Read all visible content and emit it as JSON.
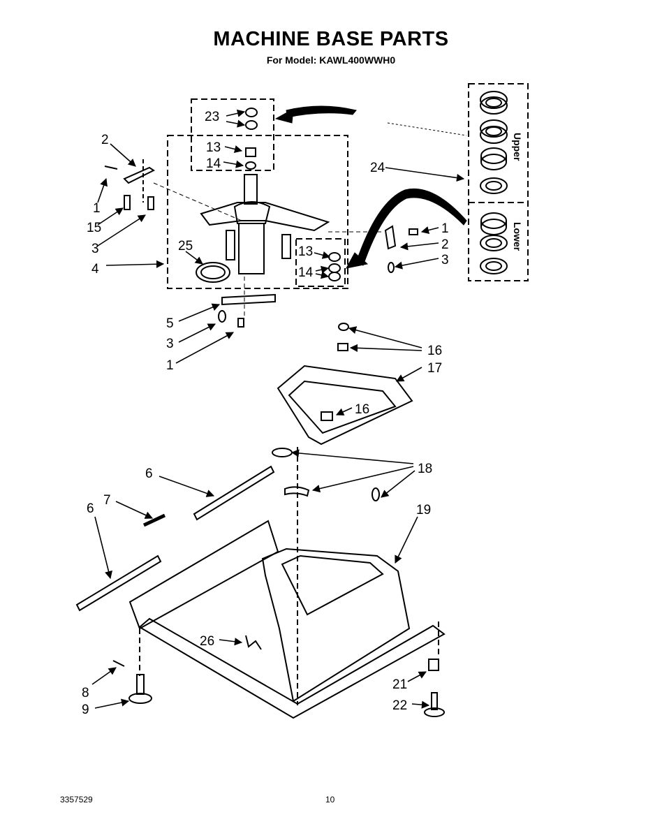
{
  "page": {
    "title": "MACHINE BASE PARTS",
    "subtitle": "For Model: KAWL400WWH0",
    "part_number": "3357529",
    "page_number": "10"
  },
  "legend": {
    "upper": "Upper",
    "lower": "Lower"
  },
  "callouts": [
    {
      "id": "c23",
      "text": "23"
    },
    {
      "id": "c13a",
      "text": "13"
    },
    {
      "id": "c14a",
      "text": "14"
    },
    {
      "id": "c2a",
      "text": "2"
    },
    {
      "id": "c1a",
      "text": "1"
    },
    {
      "id": "c15",
      "text": "15"
    },
    {
      "id": "c3a",
      "text": "3"
    },
    {
      "id": "c4",
      "text": "4"
    },
    {
      "id": "c25",
      "text": "25"
    },
    {
      "id": "c24",
      "text": "24"
    },
    {
      "id": "c13b",
      "text": "13"
    },
    {
      "id": "c14b",
      "text": "14"
    },
    {
      "id": "c1b",
      "text": "1"
    },
    {
      "id": "c2b",
      "text": "2"
    },
    {
      "id": "c3b",
      "text": "3"
    },
    {
      "id": "c5",
      "text": "5"
    },
    {
      "id": "c3c",
      "text": "3"
    },
    {
      "id": "c1c",
      "text": "1"
    },
    {
      "id": "c16a",
      "text": "16"
    },
    {
      "id": "c17",
      "text": "17"
    },
    {
      "id": "c16b",
      "text": "16"
    },
    {
      "id": "c18",
      "text": "18"
    },
    {
      "id": "c6a",
      "text": "6"
    },
    {
      "id": "c7",
      "text": "7"
    },
    {
      "id": "c6b",
      "text": "6"
    },
    {
      "id": "c19",
      "text": "19"
    },
    {
      "id": "c26",
      "text": "26"
    },
    {
      "id": "c8",
      "text": "8"
    },
    {
      "id": "c9",
      "text": "9"
    },
    {
      "id": "c21",
      "text": "21"
    },
    {
      "id": "c22",
      "text": "22"
    }
  ]
}
